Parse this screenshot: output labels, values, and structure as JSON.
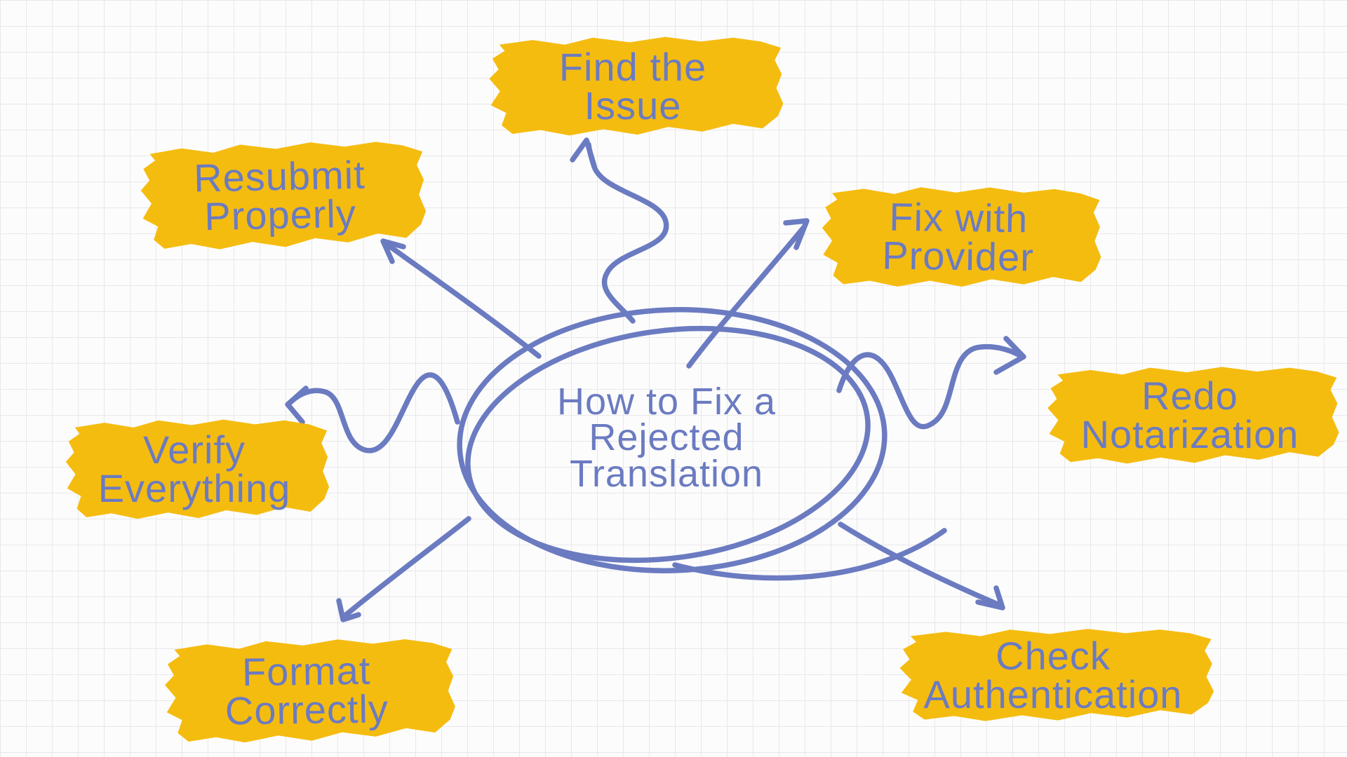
{
  "title": "How to Fix a Rejected Translation mind map",
  "center": {
    "lines": [
      "How to Fix a",
      "Rejected",
      "Translation"
    ]
  },
  "nodes": [
    {
      "id": "find-the-issue",
      "lines": [
        "Find the",
        "Issue"
      ]
    },
    {
      "id": "resubmit-properly",
      "lines": [
        "Resubmit",
        "Properly"
      ]
    },
    {
      "id": "fix-with-provider",
      "lines": [
        "Fix with",
        "Provider"
      ]
    },
    {
      "id": "redo-notarization",
      "lines": [
        "Redo",
        "Notarization"
      ]
    },
    {
      "id": "verify-everything",
      "lines": [
        "Verify",
        "Everything"
      ]
    },
    {
      "id": "format-correctly",
      "lines": [
        "Format",
        "Correctly"
      ]
    },
    {
      "id": "check-authentication",
      "lines": [
        "Check",
        "Authentication"
      ]
    }
  ],
  "colors": {
    "highlight": "#F5BC10",
    "ink": "#6B7BC1",
    "background": "#FCFCFC",
    "grid_line": "#E8E8EB"
  }
}
